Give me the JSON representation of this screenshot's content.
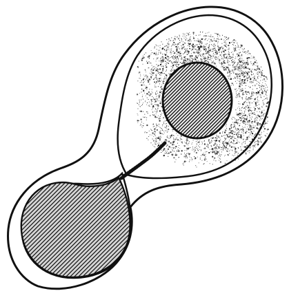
{
  "colors": {
    "background": "#ffffff",
    "ink": "#111111",
    "paper_gray": "#777777"
  },
  "figure": {
    "subject": "binary-star-mass-transfer",
    "donor_star": "lower-left",
    "accretor_star": "upper-right",
    "accretion_disk": "speckled-ring",
    "roche_envelope": "figure-eight-outline"
  }
}
